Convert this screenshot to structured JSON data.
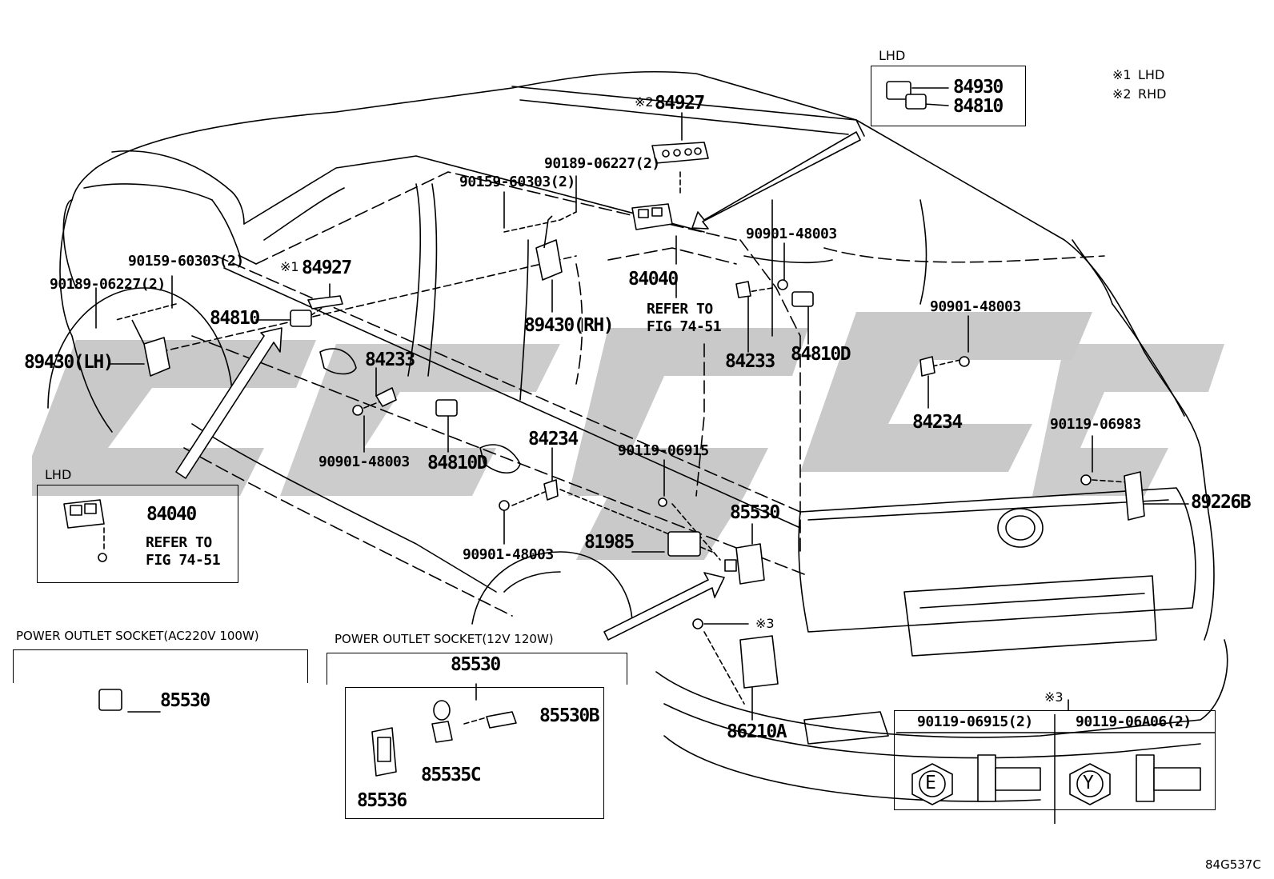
{
  "diagram_code": "84G537C",
  "legend": [
    {
      "mark": "※1",
      "text": "LHD"
    },
    {
      "mark": "※2",
      "text": "RHD"
    }
  ],
  "inset_lhd_top": {
    "title": "LHD",
    "parts": [
      "84930",
      "84810"
    ]
  },
  "inset_lhd_left": {
    "title": "LHD",
    "parts": [
      "84040"
    ],
    "refer": [
      "REFER TO",
      "FIG 74-51"
    ]
  },
  "inset_ac": {
    "title": "POWER OUTLET SOCKET(AC220V 100W)",
    "part": "85530"
  },
  "inset_12v": {
    "title": "POWER OUTLET SOCKET(12V 120W)",
    "assembly": "85530",
    "parts": [
      "85530B",
      "85535C",
      "85536"
    ]
  },
  "inset_bolts": {
    "mark": "※3",
    "columns": [
      "90119-06915(2)",
      "90119-06A06(2)"
    ],
    "heads": [
      "E",
      "Y"
    ]
  },
  "callouts": {
    "p84927_rhd_mark": "※2",
    "p84927_rhd": "84927",
    "p84927_lhd_mark": "※1",
    "p84927_lhd": "84927",
    "p90189_top": "90189-06227(2)",
    "p90159_top": "90159-60303(2)",
    "p84040": "84040",
    "p89430rh": "89430(RH)",
    "refer_mid": [
      "REFER TO",
      "FIG 74-51"
    ],
    "p90159_left": "90159-60303(2)",
    "p90189_left": "90189-06227(2)",
    "p89430lh": "89430(LH)",
    "p84810": "84810",
    "p84233_a": "84233",
    "p90901_a": "90901-48003",
    "p84810d_a": "84810D",
    "p84234_a": "84234",
    "p90901_b": "90901-48003",
    "p90119_06915": "90119-06915",
    "p81985": "81985",
    "p85530_main": "85530",
    "mark3": "※3",
    "p86210a": "86210A",
    "p90901_c": "90901-48003",
    "p84233_b": "84233",
    "p84810d_b": "84810D",
    "p90901_d": "90901-48003",
    "p84234_b": "84234",
    "p90119_06983": "90119-06983",
    "p89226b": "89226B"
  }
}
